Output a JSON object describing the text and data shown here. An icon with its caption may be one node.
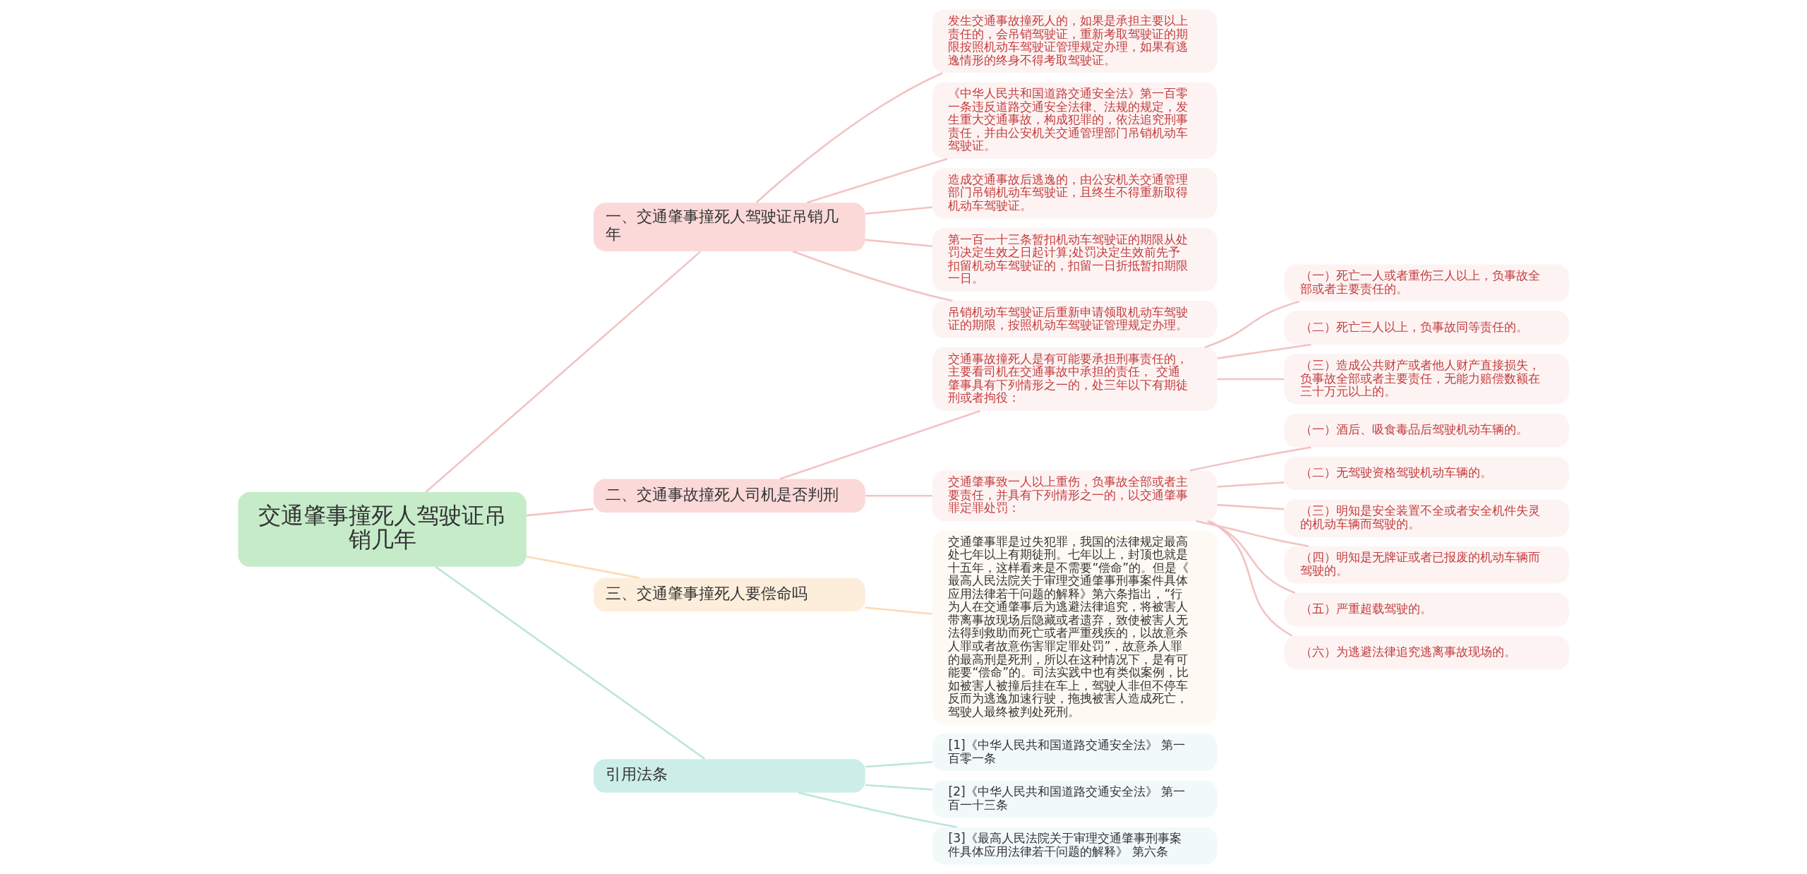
{
  "diagram": {
    "nodes": [
      {
        "text": [
          "交通肇事撞死人驾驶证吊销几年"
        ]
      },
      {
        "text": [
          "一、交通肇事撞死人驾驶证吊销几年"
        ]
      },
      {
        "text": [
          "发生交通事故撞死人的，如果是承担主要以上责任的，会吊销驾驶证，重新考取驾驶证的期限按照机动车驾驶证管理规定办理，如果有逃逸情形的终身不得考取驾驶证。"
        ]
      },
      {
        "text": [
          "《中华人民共和国道路交通安全法》第一百零一条违反道路交通安全法律、法规的规定，发生重大交通事故，构成犯罪的，依法追究刑事责任，并由公安机关交通管理部门吊销机动车驾驶证。"
        ]
      },
      {
        "text": [
          "造成交通事故后逃逸的，由公安机关交通管理部门吊销机动车驾驶证，且终生不得重新取得机动车驾驶证。"
        ]
      },
      {
        "text": [
          "第一百一十三条暂扣机动车驾驶证的期限从处罚决定生效之日起计算;处罚决定生效前先予扣留机动车驾驶证的，扣留一日折抵暂扣期限一日。"
        ]
      },
      {
        "text": [
          "吊销机动车驾驶证后重新申请领取机动车驾驶证的期限，按照机动车驾驶证管理规定办理。"
        ]
      },
      {
        "text": [
          "二、交通事故撞死人司机是否判刑"
        ]
      },
      {
        "text": [
          "交通事故撞死人是有可能要承担刑事责任的，主要看司机在交通事故中承担的责任， 交通肇事具有下列情形之一的，处三年以下有期徒刑或者拘役："
        ]
      },
      {
        "text": [
          "（一）死亡一人或者重伤三人以上，负事故全部或者主要责任的。"
        ]
      },
      {
        "text": [
          "（二）死亡三人以上，负事故同等责任的。"
        ]
      },
      {
        "text": [
          "（三）造成公共财产或者他人财产直接损失，负事故全部或者主要责任，无能力赔偿数额在三十万元以上的。"
        ]
      },
      {
        "text": [
          "交通肇事致一人以上重伤，负事故全部或者主要责任，并具有下列情形之一的，以交通肇事罪定罪处罚："
        ]
      },
      {
        "text": [
          "（一）酒后、吸食毒品后驾驶机动车辆的。"
        ]
      },
      {
        "text": [
          "（二）无驾驶资格驾驶机动车辆的。"
        ]
      },
      {
        "text": [
          "（三）明知是安全装置不全或者安全机件失灵的机动车辆而驾驶的。"
        ]
      },
      {
        "text": [
          "（四）明知是无牌证或者已报废的机动车辆而驾驶的。"
        ]
      },
      {
        "text": [
          "（五）严重超载驾驶的。"
        ]
      },
      {
        "text": [
          "（六）为逃避法律追究逃离事故现场的。"
        ]
      },
      {
        "text": [
          "三、交通肇事撞死人要偿命吗"
        ]
      },
      {
        "text": [
          "交通肇事罪是过失犯罪，我国的法律规定最高处七年以上有期徒刑。七年以上，封顶也就是十五年，这样看来是不需要“偿命”的。但是《最高人民法院关于审理交通肇事刑事案件具体应用法律若干问题的解释》第六条指出，“行为人在交通肇事后为逃避法律追究，将被害人带离事故现场后隐藏或者遗弃，致使被害人无法得到救助而死亡或者严重残疾的，以故意杀人罪或者故意伤害罪定罪处罚”，故意杀人罪的最高刑是死刑，所以在这种情况下，是有可能要“偿命”的。司法实践中也有类似案例，比如被害人被撞后挂在车上，驾驶人非但不停车反而为逃逸加速行驶，拖拽被害人造成死亡，驾驶人最终被判处死刑。"
        ]
      },
      {
        "text": [
          "引用法条"
        ]
      },
      {
        "text": [
          "[1]《中华人民共和国道路交通安全法》 第一百零一条"
        ]
      },
      {
        "text": [
          "[2]《中华人民共和国道路交通安全法》 第一百一十三条"
        ]
      },
      {
        "text": [
          "[3]《最高人民法院关于审理交通肇事刑事案件具体应用法律若干问题的解释》 第六条"
        ]
      }
    ],
    "edges": [
      {
        "from": 0,
        "to": 1,
        "arrow": "none"
      },
      {
        "from": 1,
        "to": 2,
        "arrow": "none"
      },
      {
        "from": 1,
        "to": 3,
        "arrow": "none"
      },
      {
        "from": 1,
        "to": 4,
        "arrow": "none"
      },
      {
        "from": 1,
        "to": 5,
        "arrow": "none"
      },
      {
        "from": 1,
        "to": 6,
        "arrow": "none"
      },
      {
        "from": 0,
        "to": 7,
        "arrow": "none"
      },
      {
        "from": 7,
        "to": 8,
        "arrow": "none"
      },
      {
        "from": 8,
        "to": 9,
        "arrow": "none"
      },
      {
        "from": 8,
        "to": 10,
        "arrow": "none"
      },
      {
        "from": 8,
        "to": 11,
        "arrow": "none"
      },
      {
        "from": 7,
        "to": 12,
        "arrow": "none"
      },
      {
        "from": 12,
        "to": 13,
        "arrow": "none"
      },
      {
        "from": 12,
        "to": 14,
        "arrow": "none"
      },
      {
        "from": 12,
        "to": 15,
        "arrow": "none"
      },
      {
        "from": 12,
        "to": 16,
        "arrow": "none"
      },
      {
        "from": 12,
        "to": 17,
        "arrow": "none"
      },
      {
        "from": 12,
        "to": 18,
        "arrow": "none"
      },
      {
        "from": 0,
        "to": 19,
        "arrow": "none",
        "color": "#fbdcb8"
      },
      {
        "from": 19,
        "to": 20,
        "arrow": "none",
        "color": "#fbdcb8"
      },
      {
        "from": 0,
        "to": 21,
        "arrow": "none",
        "color": "#bde5df"
      },
      {
        "from": 21,
        "to": 22,
        "arrow": "none",
        "color": "#bde5df"
      },
      {
        "from": 21,
        "to": 23,
        "arrow": "none",
        "color": "#bde5df"
      },
      {
        "from": 21,
        "to": 24,
        "arrow": "none",
        "color": "#bde5df"
      }
    ]
  }
}
